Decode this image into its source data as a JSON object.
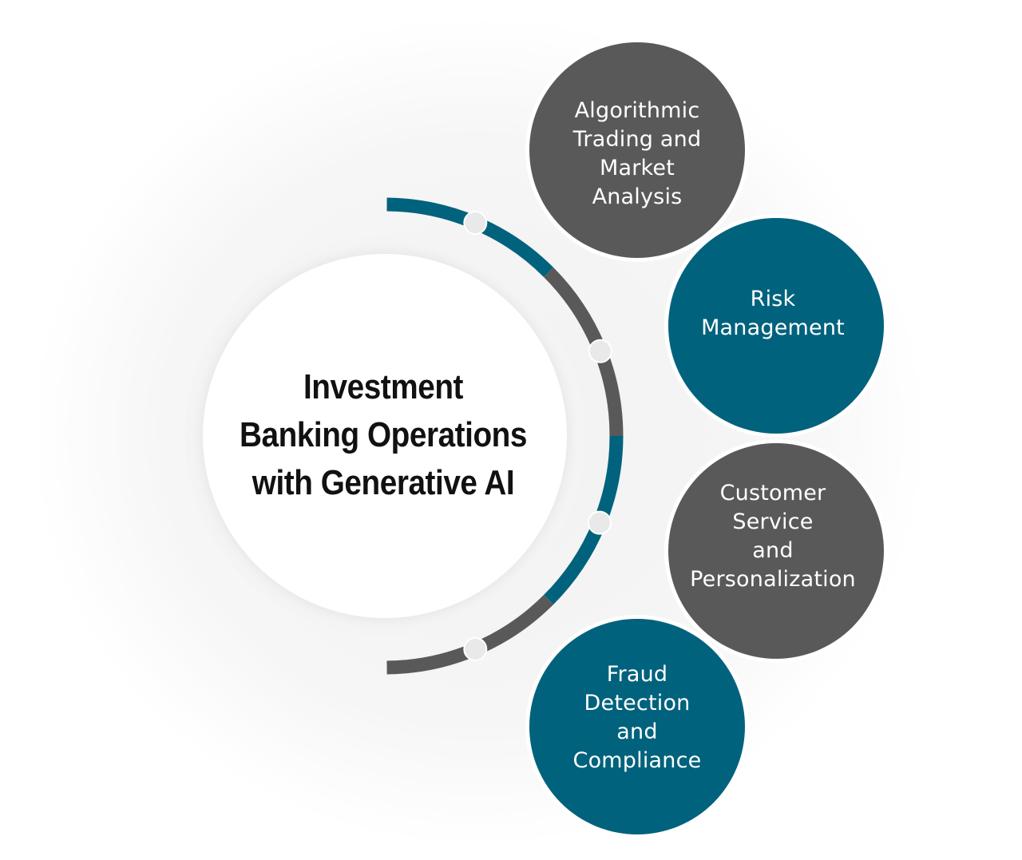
{
  "center": {
    "title_lines": [
      "Investment",
      "Banking Operations",
      "with Generative AI"
    ]
  },
  "nodes": [
    {
      "lines": [
        "Algorithmic",
        "Trading and",
        "Market",
        "Analysis"
      ],
      "color": "#595959"
    },
    {
      "lines": [
        "Risk",
        "Management"
      ],
      "color": "#00627c"
    },
    {
      "lines": [
        "Customer",
        "Service",
        "and",
        "Personalization"
      ],
      "color": "#595959"
    },
    {
      "lines": [
        "Fraud",
        "Detection",
        "and",
        "Compliance"
      ],
      "color": "#00627c"
    }
  ],
  "colors": {
    "teal": "#00627c",
    "gray": "#595959",
    "dot": "#e9e9e9",
    "glow": "#f3f3f3"
  }
}
